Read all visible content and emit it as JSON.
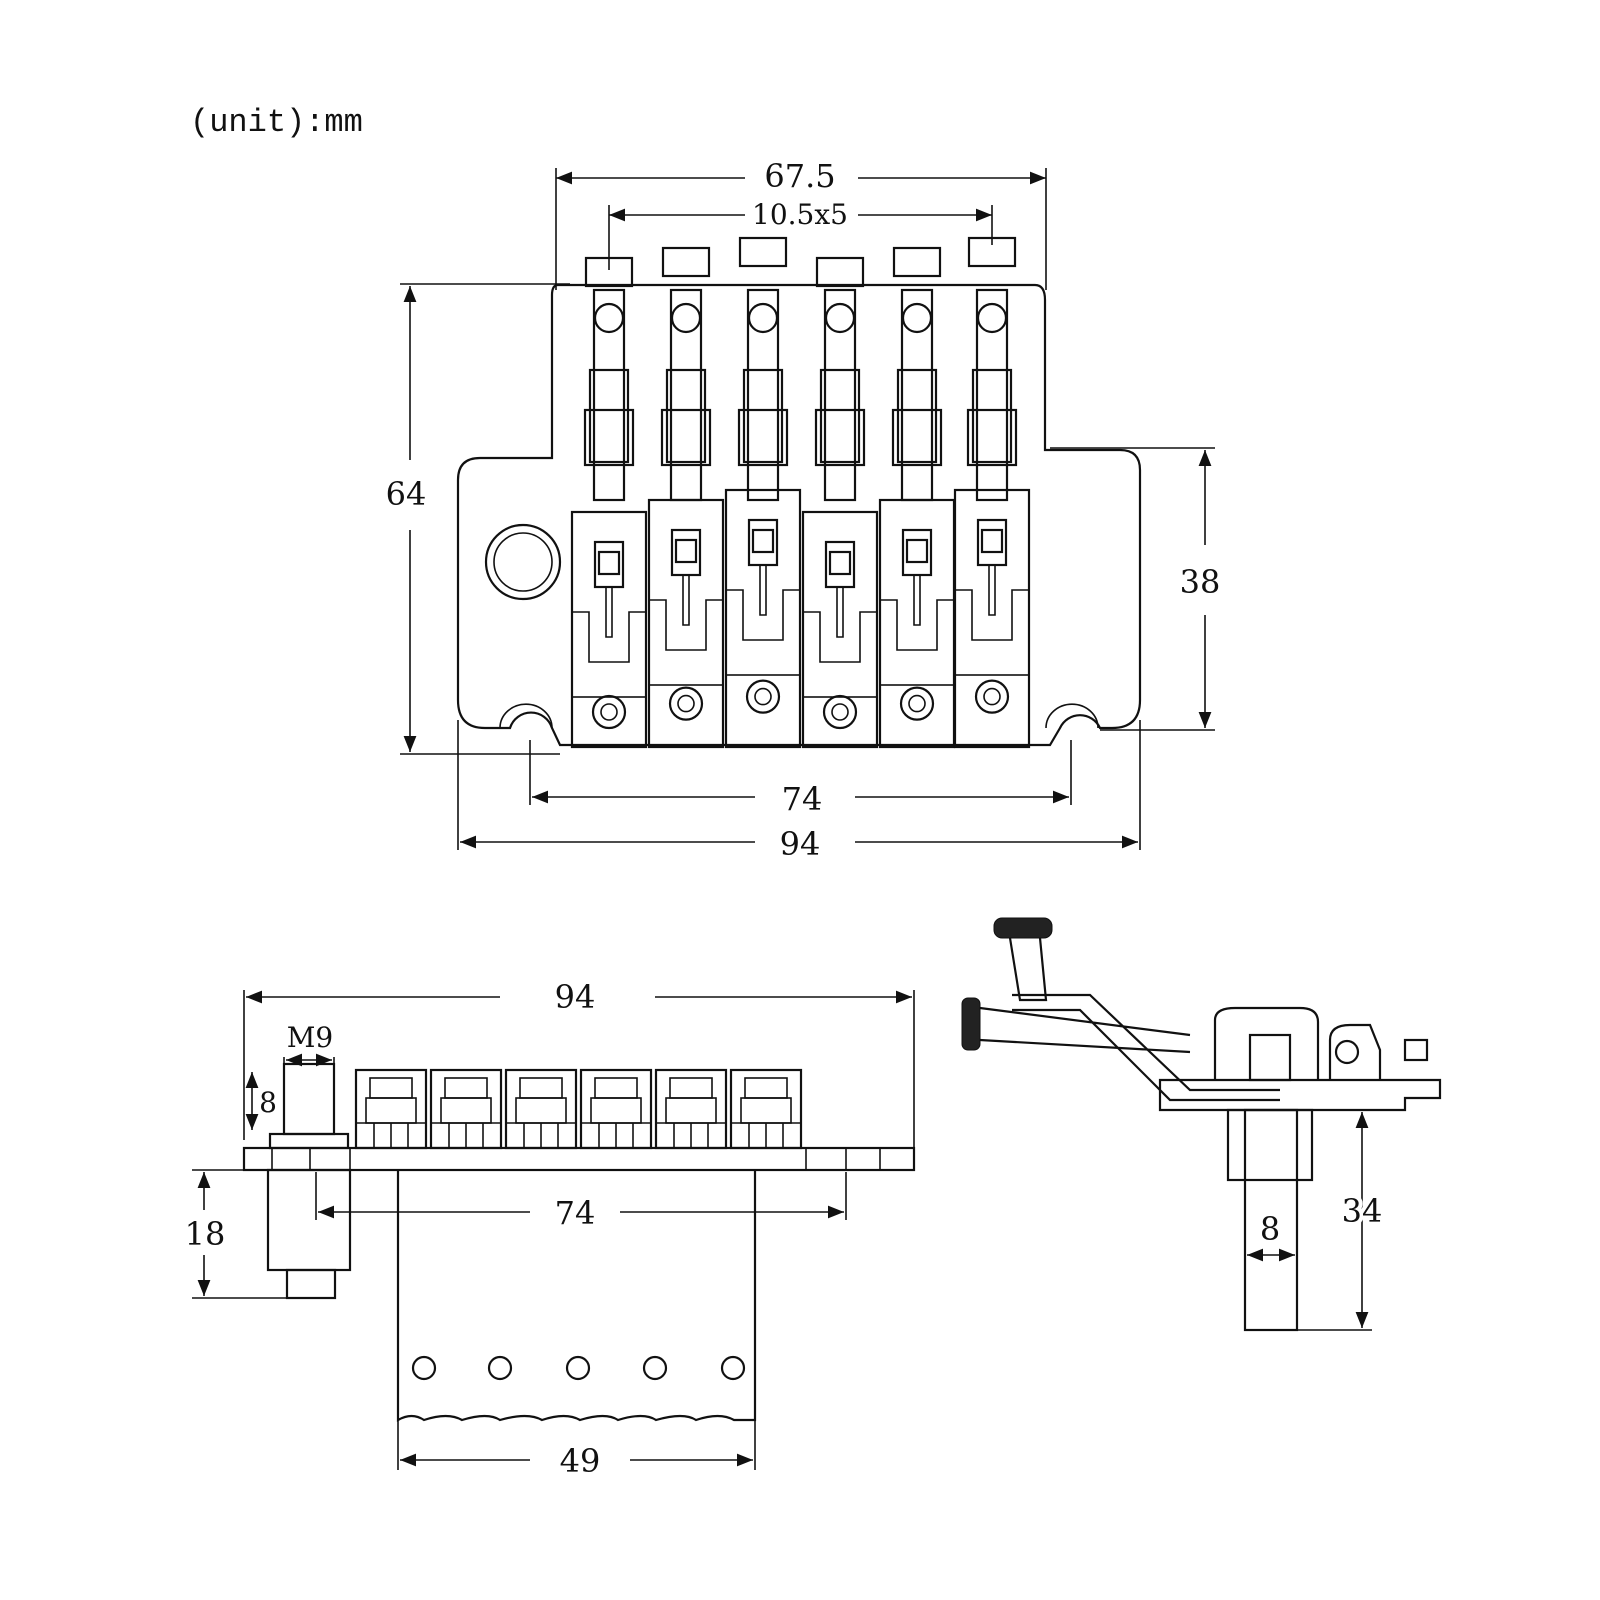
{
  "unit_label": "(unit):mm",
  "top_view": {
    "width_top": "67.5",
    "spacing": "10.5x5",
    "height_total": "64",
    "height_body": "38",
    "mount_spacing": "74",
    "width_total": "94"
  },
  "front_view": {
    "width_total": "94",
    "stud_thread": "M9",
    "stud_height": "8",
    "stud_depth": "18",
    "mount_spacing": "74",
    "block_width": "49"
  },
  "side_view": {
    "block_thickness": "8",
    "block_depth": "34"
  }
}
